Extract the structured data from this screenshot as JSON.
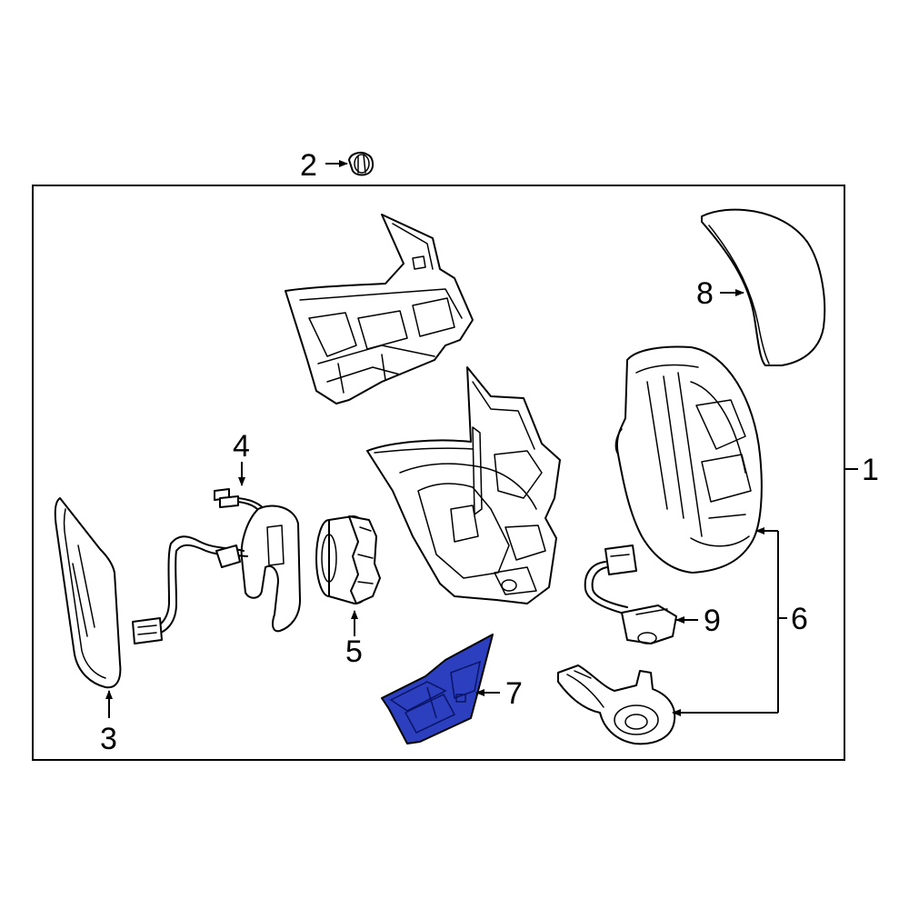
{
  "callouts": {
    "c1": "1",
    "c2": "2",
    "c3": "3",
    "c4": "4",
    "c5": "5",
    "c6": "6",
    "c7": "7",
    "c8": "8",
    "c9": "9"
  },
  "colors": {
    "highlight": "#2b3fbf",
    "line": "#000000",
    "background": "#ffffff"
  }
}
